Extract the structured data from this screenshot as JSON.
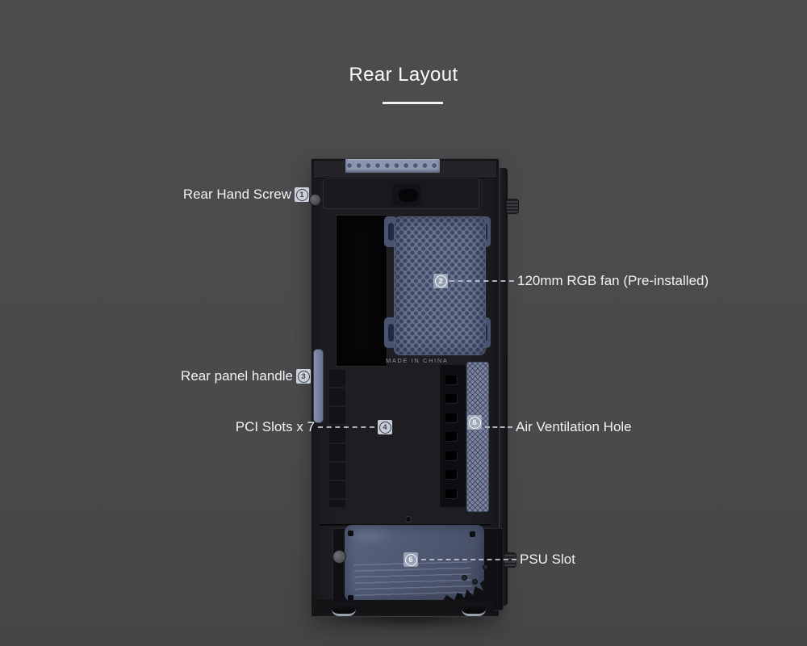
{
  "title": {
    "text": "Rear Layout"
  },
  "callouts": {
    "rear_hand_screw": {
      "label": "Rear Hand Screw",
      "number": "1"
    },
    "rgb_fan": {
      "label": "120mm RGB fan (Pre-installed)",
      "number": "2"
    },
    "rear_panel_handle": {
      "label": "Rear panel handle",
      "number": "3"
    },
    "pci_slots": {
      "label": "PCI Slots x 7",
      "number": "4"
    },
    "air_vent": {
      "label": "Air Ventilation Hole",
      "number": "6"
    },
    "psu_slot": {
      "label": "PSU Slot",
      "number": "6"
    }
  },
  "case": {
    "made_in": "MADE IN CHINA"
  },
  "colors": {
    "background": "#4a4a4c",
    "label_text": "#f2f2f4",
    "badge_background": "#d6dbe5",
    "fan_panel": "#6b7691",
    "pci_cover": "#8c94ae",
    "vent_strip": "#7a85a0",
    "psu_cover": "#515b74",
    "case_body": "#1e1e22"
  }
}
